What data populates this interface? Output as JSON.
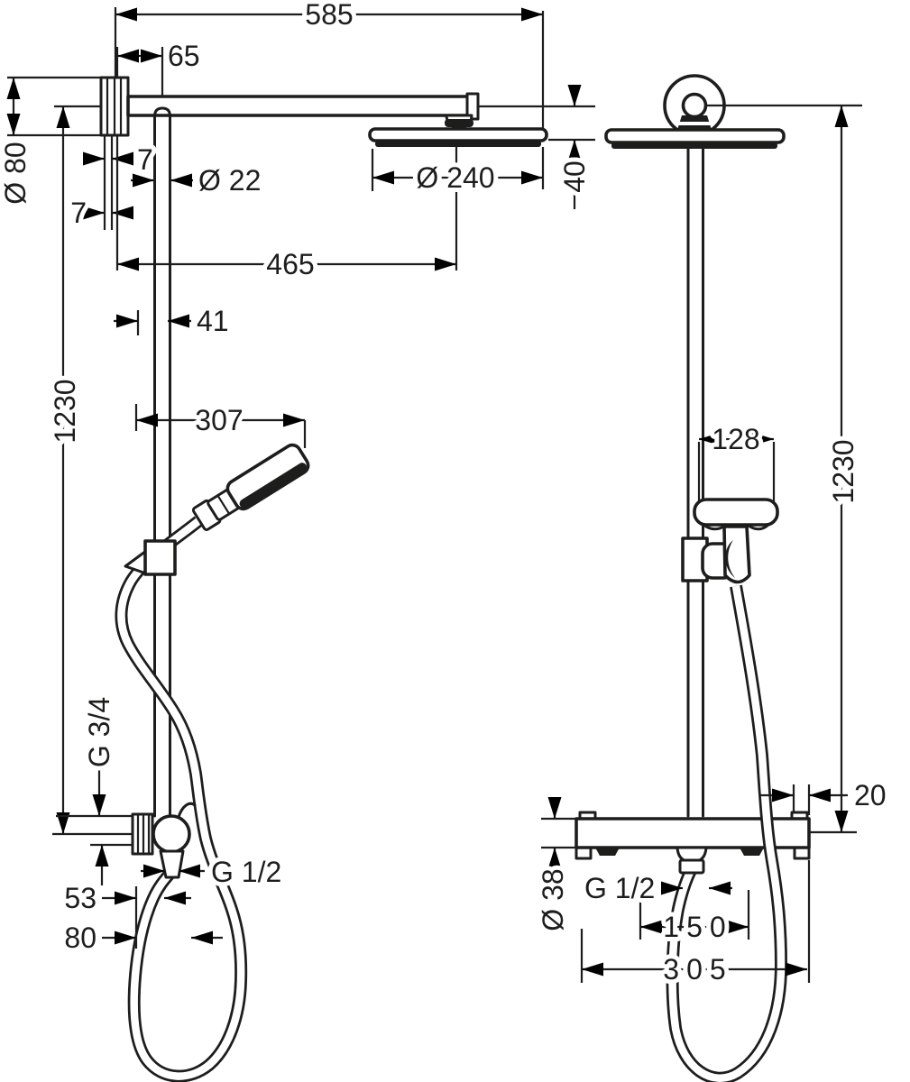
{
  "colors": {
    "line": "#1d1d1b",
    "background": "#ffffff"
  },
  "drawing": {
    "front_view": {
      "total_width": "585",
      "arm_offset": "65",
      "escutcheon_diameter": "Ø 80",
      "escutcheon_gap_upper": "7",
      "escutcheon_gap_lower": "7",
      "pipe_diameter": "Ø 22",
      "head_diameter": "Ø 240",
      "head_drop": "40",
      "head_center_distance": "465",
      "pipe_offset": "41",
      "total_height": "1230",
      "handshower_distance": "307",
      "supply_thread": "G 3/4",
      "handshower_thread": "G 1/2",
      "supply_offset": "53",
      "hose_offset": "80"
    },
    "side_view": {
      "holder_width": "128",
      "total_height": "1230",
      "edge_distance": "20",
      "valve_diameter": "Ø 38",
      "outlet_thread": "G 1/2",
      "connection_spacing": "150",
      "total_width": "305"
    }
  }
}
